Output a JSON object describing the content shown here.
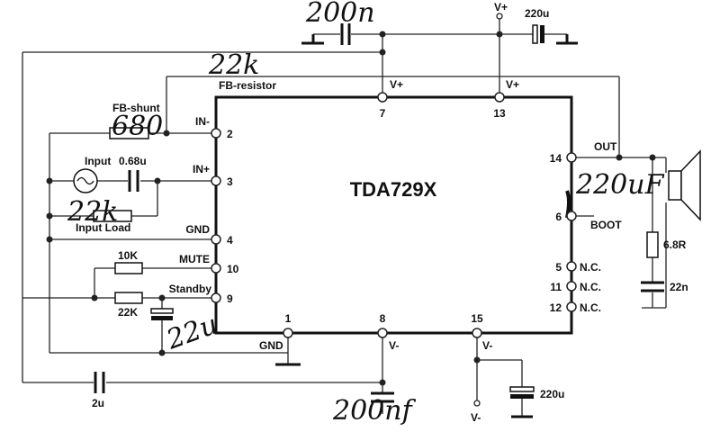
{
  "chip": {
    "name": "TDA729X"
  },
  "pins": {
    "p7": "7",
    "p13": "13",
    "p2": "2",
    "p3": "3",
    "p4": "4",
    "p10": "10",
    "p9": "9",
    "p14": "14",
    "p6": "6",
    "p5": "5",
    "p11": "11",
    "p12": "12",
    "p1": "1",
    "p8": "8",
    "p15": "15"
  },
  "pin_labels": {
    "in_minus": "IN-",
    "in_plus": "IN+",
    "gnd": "GND",
    "mute": "MUTE",
    "standby": "Standby",
    "out": "OUT",
    "boot": "BOOT",
    "nc5": "N.C.",
    "nc11": "N.C.",
    "nc12": "N.C.",
    "vplus7": "V+",
    "vplus13": "V+",
    "gnd1": "GND",
    "vminus8": "V-",
    "vminus15": "V-"
  },
  "components": {
    "fb_shunt": "FB-shunt",
    "fb_resistor": "FB-resistor",
    "input": "Input",
    "input_cap": "0.68u",
    "input_load": "Input Load",
    "r_10k": "10K",
    "r_22k": "22K",
    "cap_2u": "2u",
    "rail_vplus": "V+",
    "cap_220u_top": "220u",
    "cap_220u_bottom": "220u",
    "rail_vminus": "V-",
    "r_6r8": "6.8R",
    "cap_22n": "22n"
  },
  "handwritten": {
    "top_cap": "200n",
    "fb_res": "22k",
    "shunt": "680",
    "load": "22k",
    "standby_cap": "22u",
    "boot_cap": "220uF",
    "bottom_cap": "200nf"
  }
}
